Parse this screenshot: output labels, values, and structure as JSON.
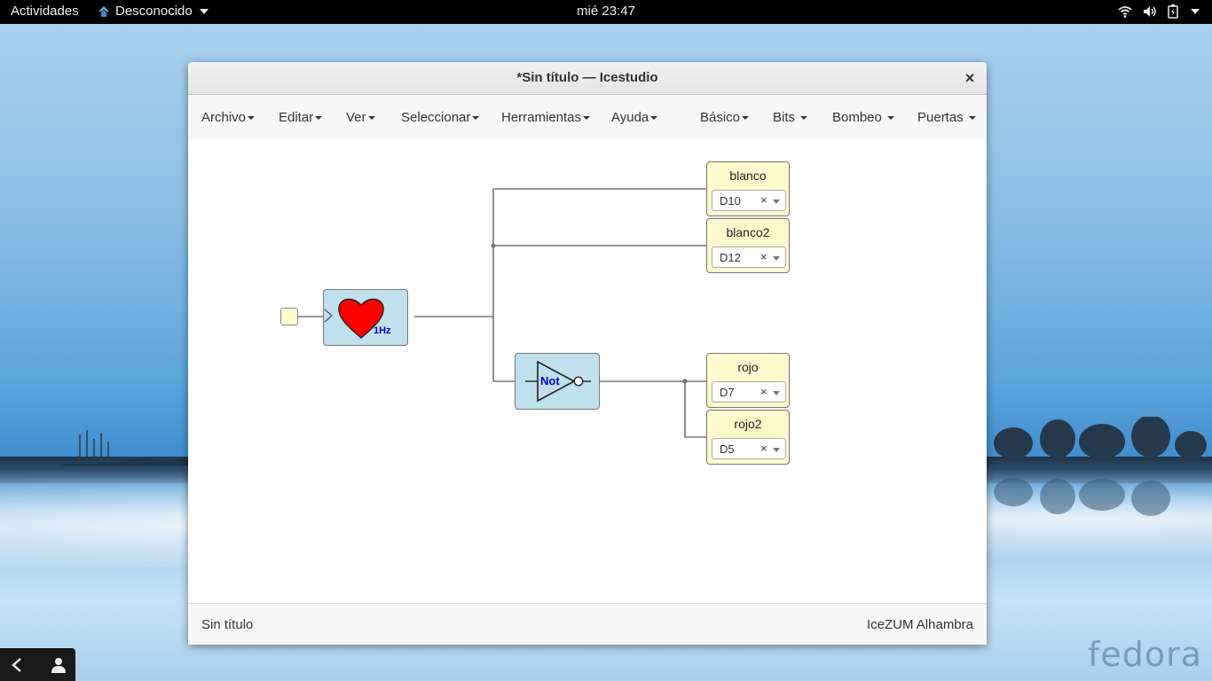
{
  "topbar": {
    "activities": "Actividades",
    "app_name": "Desconocido",
    "clock": "mié 23:47"
  },
  "window": {
    "title": "*Sin título — Icestudio",
    "close": "×"
  },
  "menubar": {
    "left": [
      "Archivo",
      "Editar",
      "Ver",
      "Seleccionar",
      "Herramientas",
      "Ayuda"
    ],
    "right": [
      "Básico",
      "Bits",
      "Bombeo",
      "Puertas"
    ]
  },
  "blocks": {
    "pins": [
      {
        "name": "blanco",
        "pin": "D10"
      },
      {
        "name": "blanco2",
        "pin": "D12"
      },
      {
        "name": "rojo",
        "pin": "D7"
      },
      {
        "name": "rojo2",
        "pin": "D5"
      }
    ],
    "clear": "×",
    "heart_label": "1Hz",
    "not_label": "Not"
  },
  "statusbar": {
    "left": "Sin título",
    "right": "IceZUM Alhambra"
  },
  "desktop": {
    "logo": "fedora"
  },
  "colors": {
    "heart": "#ff0000",
    "logic_block": "#bfe0ec",
    "pin_block": "#fffacd",
    "label_blue": "#0000cc"
  }
}
